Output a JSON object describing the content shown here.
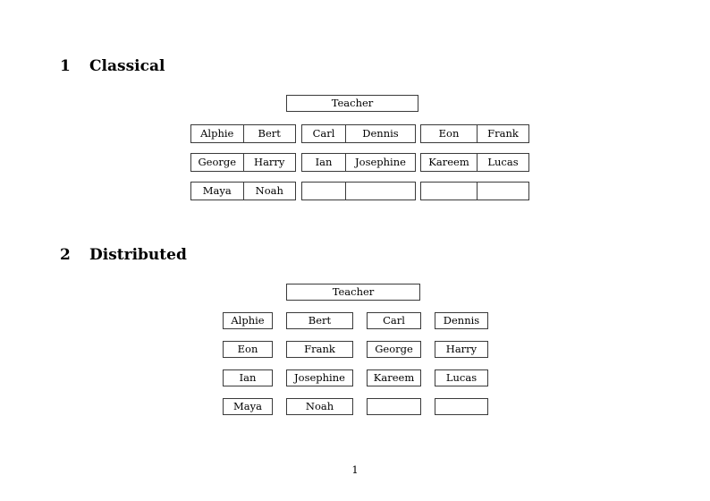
{
  "document": {
    "page_number": "1"
  },
  "sections": [
    {
      "number": "1",
      "title": "Classical",
      "root": {
        "label": "Teacher"
      },
      "groups": [
        {
          "rows": [
            [
              "Alphie",
              "Bert"
            ],
            [
              "George",
              "Harry"
            ],
            [
              "Maya",
              "Noah"
            ]
          ]
        },
        {
          "rows": [
            [
              "Carl",
              "Dennis"
            ],
            [
              "Ian",
              "Josephine"
            ],
            [
              "",
              ""
            ]
          ]
        },
        {
          "rows": [
            [
              "Eon",
              "Frank"
            ],
            [
              "Kareem",
              "Lucas"
            ],
            [
              "",
              ""
            ]
          ]
        }
      ]
    },
    {
      "number": "2",
      "title": "Distributed",
      "root": {
        "label": "Teacher"
      },
      "grid": [
        [
          "Alphie",
          "Bert",
          "Carl",
          "Dennis"
        ],
        [
          "Eon",
          "Frank",
          "George",
          "Harry"
        ],
        [
          "Ian",
          "Josephine",
          "Kareem",
          "Lucas"
        ],
        [
          "Maya",
          "Noah",
          "",
          ""
        ]
      ]
    }
  ],
  "colors": {
    "page_background": "#ffffff",
    "text": "#000000",
    "box_border": "#3a3a3a"
  }
}
